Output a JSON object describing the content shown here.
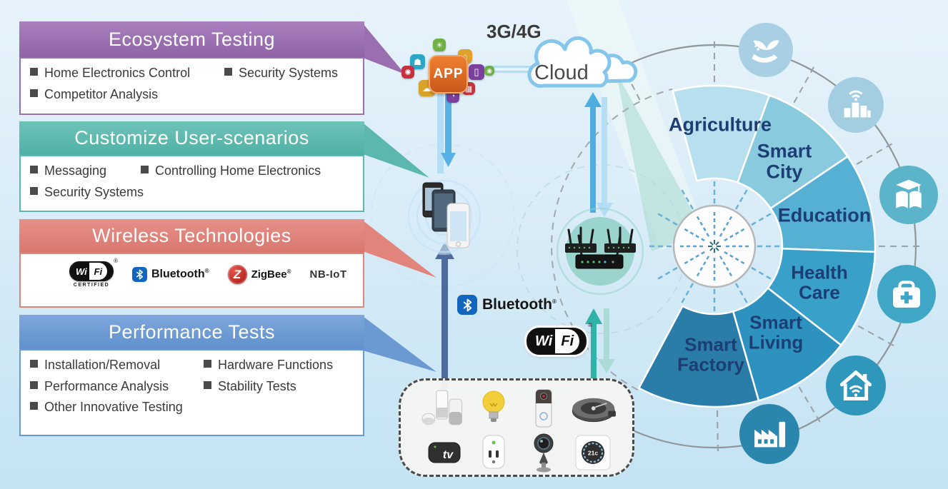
{
  "reg_mark": "®",
  "panels": [
    {
      "title": "Ecosystem Testing",
      "color": "#9a6fb0",
      "items": [
        "Home Electronics Control",
        "Security Systems",
        "Competitor Analysis"
      ]
    },
    {
      "title": "Customize User-scenarios",
      "color": "#5cb8ae",
      "items": [
        "Messaging",
        "Controlling Home Electronics",
        "Security Systems"
      ]
    },
    {
      "title": "Wireless Technologies",
      "color": "#e0847c",
      "logos": {
        "wifi_left": "Wi",
        "wifi_right": "Fi",
        "wifi_sub": "CERTIFIED",
        "bluetooth": "Bluetooth",
        "zigbee_z": "Z",
        "zigbee": "ZigBee",
        "nbiot": "NB-IoT"
      }
    },
    {
      "title": "Performance Tests",
      "color": "#6b99d2",
      "items": [
        "Installation/Removal",
        "Hardware Functions",
        "Performance Analysis",
        "Stability Tests",
        "Other Innovative Testing"
      ]
    }
  ],
  "middle": {
    "network": "3G/4G",
    "cloud": "Cloud",
    "app": "APP",
    "bluetooth": "Bluetooth",
    "wifi_left": "Wi",
    "wifi_right": "Fi"
  },
  "app_icons": {
    "lightbulb": "☀",
    "door": "⌂",
    "car": "☗",
    "wheel": "✺",
    "cloud": "☁",
    "tablet": "▯",
    "leaf": "◉",
    "monitor": "▦",
    "gauge": "◔"
  },
  "devices": {
    "items": [
      "smart-speakers",
      "smart-bulb",
      "video-doorbell",
      "robot-vacuum",
      "tv-box",
      "smart-plug",
      "ip-camera",
      "smart-thermostat"
    ],
    "tv_label": "tv",
    "thermostat_label": "21c"
  },
  "radial": {
    "segments": [
      {
        "label": "Agriculture",
        "color": "#b8dfee"
      },
      {
        "label": "Smart City",
        "color": "#8acade"
      },
      {
        "label": "Education",
        "color": "#55b0d3"
      },
      {
        "label": "Health Care",
        "color": "#38a0c9"
      },
      {
        "label": "Smart Living",
        "color": "#2d92bf"
      },
      {
        "label": "Smart Factory",
        "color": "#2a7da8"
      }
    ],
    "icons": [
      "agriculture",
      "smart-city",
      "education",
      "health-care",
      "smart-living",
      "smart-factory"
    ]
  }
}
